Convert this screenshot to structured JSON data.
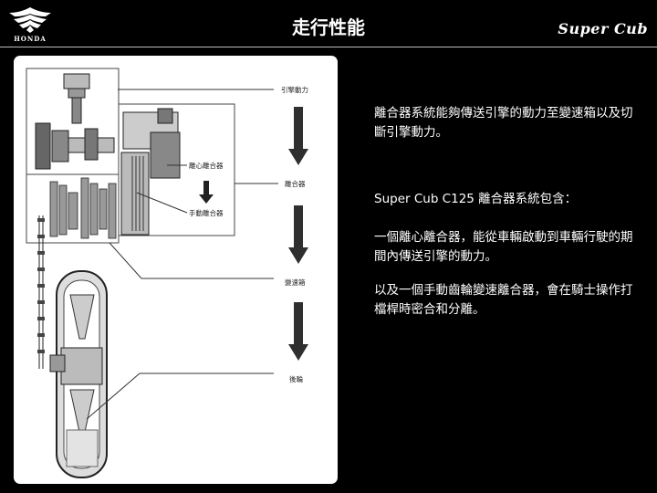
{
  "header": {
    "logo_text": "HONDA",
    "title": "走行性能",
    "brand": "Super Cub"
  },
  "diagram": {
    "labels": {
      "engine": "引擎動力",
      "centrifugal_clutch": "離心離合器",
      "manual_clutch": "手動離合器",
      "clutch": "離合器",
      "gearbox": "變速箱",
      "rear_wheel": "後輪"
    }
  },
  "body": {
    "p1": "離合器系統能夠傳送引擎的動力至變速箱以及切斷引擎動力。",
    "p2": "Super Cub C125 離合器系統包含：",
    "p3": "一個離心離合器，能從車輛啟動到車輛行駛的期間內傳送引擎的動力。",
    "p4": "以及一個手動齒輪變速離合器，會在騎士操作打檔桿時密合和分離。"
  },
  "colors": {
    "background": "#000000",
    "panel": "#ffffff",
    "text": "#ffffff"
  }
}
